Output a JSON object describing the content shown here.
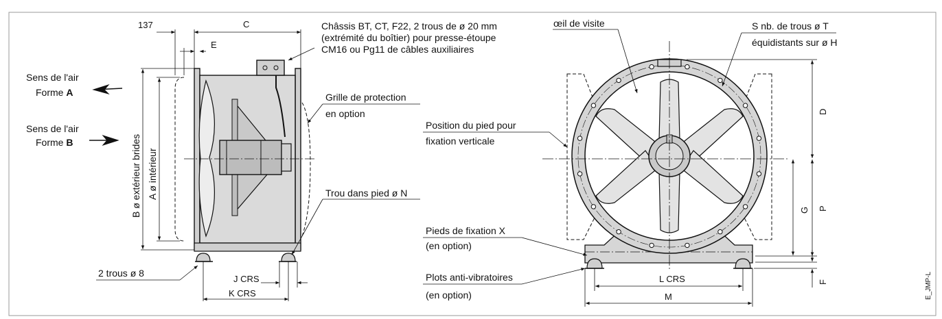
{
  "labels": {
    "dim_137": "137",
    "dim_c": "C",
    "dim_e": "E",
    "chassis_1": "Châssis BT, CT, F22, 2 trous de ø 20 mm",
    "chassis_2": "(extrémité du boîtier) pour presse-étoupe",
    "chassis_3": "CM16 ou Pg11 de câbles auxiliaires",
    "sens_a_1": "Sens de l'air",
    "sens_a_2": "Forme",
    "sens_a_letter": "A",
    "sens_b_1": "Sens de l'air",
    "sens_b_2": "Forme",
    "sens_b_letter": "B",
    "b_ext": "B ø extérieur brides",
    "a_int": "A ø intérieur",
    "grille_1": "Grille de protection",
    "grille_2": "en option",
    "trou_pied": "Trou dans pied ø N",
    "deux_trous": "2 trous ø 8",
    "j_crs": "J CRS",
    "k_crs": "K CRS",
    "oeil": "œil de visite",
    "s_trous_1": "S nb. de trous ø T",
    "s_trous_2": "équidistants sur ø H",
    "position_1": "Position du pied pour",
    "position_2": "fixation verticale",
    "pieds_1": "Pieds de fixation X",
    "pieds_2": "(en option)",
    "plots_1": "Plots anti-vibratoires",
    "plots_2": "(en option)",
    "l_crs": "L CRS",
    "m": "M",
    "d": "D",
    "g": "G",
    "p": "P",
    "f": "F",
    "ref": "E_JMP-L"
  },
  "colors": {
    "fill": "#d9d9d9",
    "fill_dark": "#bdbdbd",
    "line": "#111111",
    "frame": "#9a9a9a"
  }
}
